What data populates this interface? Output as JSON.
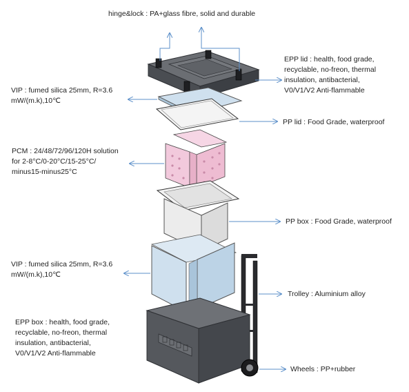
{
  "labels": {
    "hinge_lock": "hinge&lock : PA+glass fibre, solid and durable",
    "epp_lid": [
      "EPP lid : health, food grade,",
      "recyclable, no-freon, thermal",
      "insulation, antibacterial,",
      "V0/V1/V2 Anti-flammable"
    ],
    "vip_top": [
      "VIP : fumed silica 25mm, R=3.6",
      "mW/(m.k),10℃"
    ],
    "pp_lid": "PP lid : Food Grade, waterproof",
    "pcm": [
      "PCM : 24/48/72/96/120H solution",
      "for 2-8°C/0-20°C/15-25°C/",
      "minus15-minus25°C"
    ],
    "pp_box": "PP box : Food Grade, waterproof",
    "vip_bottom": [
      "VIP : fumed silica 25mm, R=3.6",
      "mW/(m.k),10℃"
    ],
    "trolley": "Trolley : Aluminium alloy",
    "epp_box": [
      "EPP box : health, food grade,",
      "recyclable, no-freon, thermal",
      "insulation, antibacterial,",
      "V0/V1/V2 Anti-flammable"
    ],
    "wheels": "Wheels : PP+rubber"
  },
  "colors": {
    "arrow": "#5b8fc9",
    "epp": "#5a5d62",
    "vip": "#cfe0ee",
    "pcm": "#f2c9dc",
    "pp": "#ececec"
  }
}
